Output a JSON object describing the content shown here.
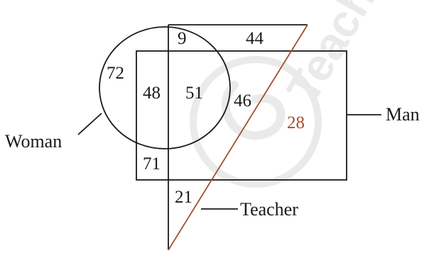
{
  "diagram": {
    "regions": {
      "woman_only": "72",
      "woman_man": "48",
      "woman_man_teacher": "51",
      "woman_teacher": "9",
      "man_teacher": "46",
      "teacher_only_top": "44",
      "man_only": "28",
      "man_woman_lower": "71",
      "teacher_only_bottom": "21"
    },
    "labels": {
      "woman": "Woman",
      "man": "Man",
      "teacher": "Teacher"
    },
    "watermark": {
      "text": "Teach"
    },
    "colors": {
      "ink": "#1a1a1a",
      "teacher_stroke": "#a0522d",
      "man_only_text": "#a0522d",
      "watermark": "#d9d9d9"
    }
  }
}
